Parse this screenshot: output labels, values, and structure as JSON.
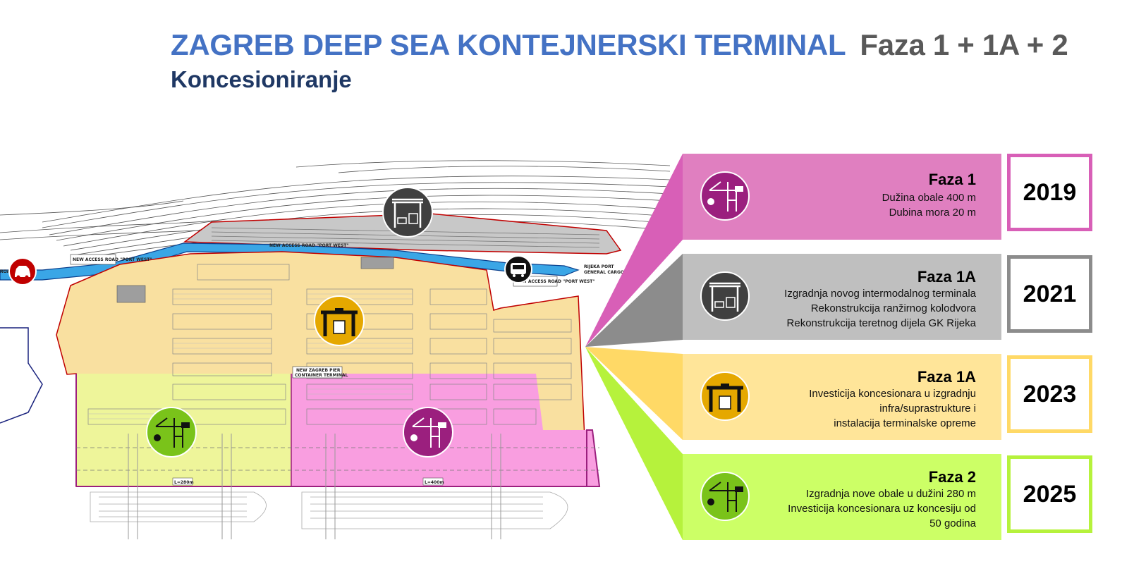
{
  "header": {
    "title_main": "ZAGREB DEEP SEA KONTEJNERSKI TERMINAL",
    "title_phase": "Faza 1 + 1A + 2",
    "subtitle": "Koncesioniranje"
  },
  "plan_labels": {
    "access_road_left": "NEW ACCESS ROAD \"PORT WEST\"",
    "access_road_center": "NEW ACCESS ROAD \"PORT WEST\"",
    "access_road_right": "NEW ACCESS ROAD \"PORT WEST\"",
    "rijeka_port": "RIJEKA PORT",
    "general_cargo": "GENERAL CARGO T",
    "pier": "NEW ZAGREB PIER",
    "container_terminal": "CONTAINER TERMINAL",
    "length_left": "L=280m",
    "length_right": "L=400m",
    "road_edge": "ROAD"
  },
  "phases": [
    {
      "title": "Faza 1",
      "lines": [
        "Dužina obale 400 m",
        "Dubina mora 20 m"
      ],
      "year": "2019",
      "color": "#e07fc0",
      "border": "#d85fb7",
      "icon": "crane-icon",
      "icon_color": "#9b1f7e"
    },
    {
      "title": "Faza 1A",
      "lines": [
        "Izgradnja novog intermodalnog terminala",
        "Rekonstrukcija ranžirnog kolodvora",
        "Rekonstrukcija teretnog dijela GK Rijeka"
      ],
      "year": "2021",
      "color": "#bfbfbf",
      "border": "#8c8c8c",
      "icon": "train-crane-icon",
      "icon_color": "#404040"
    },
    {
      "title": "Faza 1A",
      "lines": [
        "Investicija koncesionara u izgradnju",
        "infra/suprastrukture i",
        "instalacija terminalske opreme"
      ],
      "year": "2023",
      "color": "#ffe599",
      "border": "#ffd966",
      "icon": "gantry-crane-icon",
      "icon_color": "#e5a800"
    },
    {
      "title": "Faza 2",
      "lines": [
        "Izgradnja nove obale u dužini 280 m",
        "Investicija koncesionara uz koncesiju od",
        "50 godina"
      ],
      "year": "2025",
      "color": "#ccff66",
      "border": "#b6f23c",
      "icon": "crane-icon",
      "icon_color": "#7ac31a"
    }
  ],
  "icons": {
    "car": "car-icon",
    "bus": "bus-icon"
  }
}
